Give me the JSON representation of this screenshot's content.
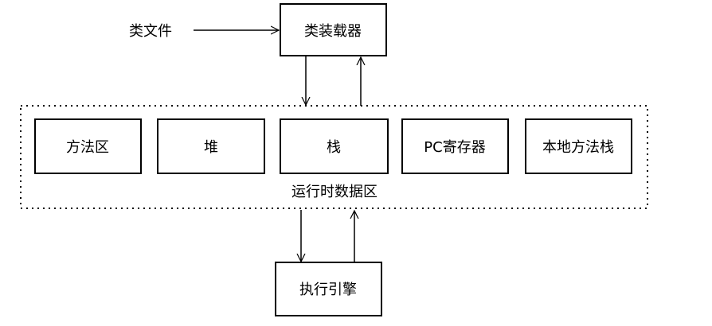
{
  "class_file": "类文件",
  "class_loader": "类装载器",
  "runtime_data_area": {
    "label": "运行时数据区",
    "regions": [
      "方法区",
      "堆",
      "栈",
      "PC寄存器",
      "本地方法栈"
    ]
  },
  "execution_engine": "执行引擎"
}
